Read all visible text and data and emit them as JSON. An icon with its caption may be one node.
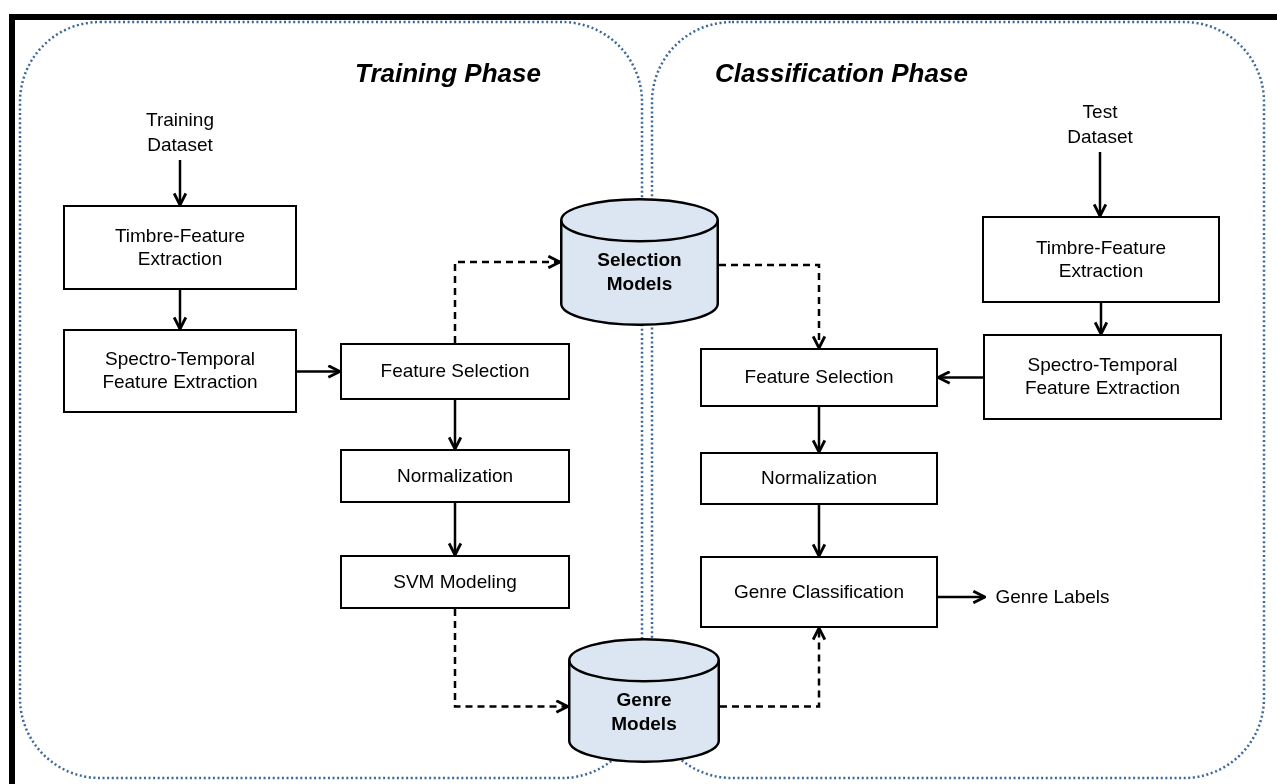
{
  "diagram": {
    "nodes": [
      {
        "text": [
          "Training Phase"
        ]
      },
      {
        "text": [
          "Classification Phase"
        ]
      },
      {
        "text": [
          "Training Dataset"
        ],
        "in": 0
      },
      {
        "text": [
          "Timbre-Feature Extraction"
        ],
        "in": 0
      },
      {
        "text": [
          "Spectro-Temporal Feature Extraction"
        ],
        "in": 0
      },
      {
        "text": [
          "Feature Selection"
        ],
        "in": 0
      },
      {
        "text": [
          "Normalization"
        ],
        "in": 0
      },
      {
        "text": [
          "SVM Modeling"
        ],
        "in": 0
      },
      {
        "text": [
          "Selection Models"
        ]
      },
      {
        "text": [
          "Genre Models"
        ]
      },
      {
        "text": [
          "Test Dataset"
        ],
        "in": 1
      },
      {
        "text": [
          "Timbre-Feature Extraction"
        ],
        "in": 1
      },
      {
        "text": [
          "Spectro-Temporal Feature Extraction"
        ],
        "in": 1
      },
      {
        "text": [
          "Feature Selection"
        ],
        "in": 1
      },
      {
        "text": [
          "Normalization"
        ],
        "in": 1
      },
      {
        "text": [
          "Genre Classification"
        ],
        "in": 1
      },
      {
        "text": [
          "Genre Labels"
        ],
        "in": 1
      }
    ],
    "edges": [
      {
        "from": 2,
        "to": 3,
        "arrow": "to"
      },
      {
        "from": 3,
        "to": 4,
        "arrow": "to"
      },
      {
        "from": 4,
        "to": 5,
        "arrow": "to"
      },
      {
        "from": 5,
        "to": 8,
        "arrow": "to",
        "style": "dashed"
      },
      {
        "from": 5,
        "to": 6,
        "arrow": "to"
      },
      {
        "from": 6,
        "to": 7,
        "arrow": "to"
      },
      {
        "from": 7,
        "to": 9,
        "arrow": "to",
        "style": "dashed"
      },
      {
        "from": 10,
        "to": 11,
        "arrow": "to"
      },
      {
        "from": 11,
        "to": 12,
        "arrow": "to"
      },
      {
        "from": 12,
        "to": 13,
        "arrow": "to"
      },
      {
        "from": 8,
        "to": 13,
        "arrow": "to",
        "style": "dashed"
      },
      {
        "from": 13,
        "to": 14,
        "arrow": "to"
      },
      {
        "from": 14,
        "to": 15,
        "arrow": "to"
      },
      {
        "from": 9,
        "to": 15,
        "arrow": "to",
        "style": "dashed"
      },
      {
        "from": 15,
        "to": 16,
        "arrow": "to"
      }
    ]
  }
}
